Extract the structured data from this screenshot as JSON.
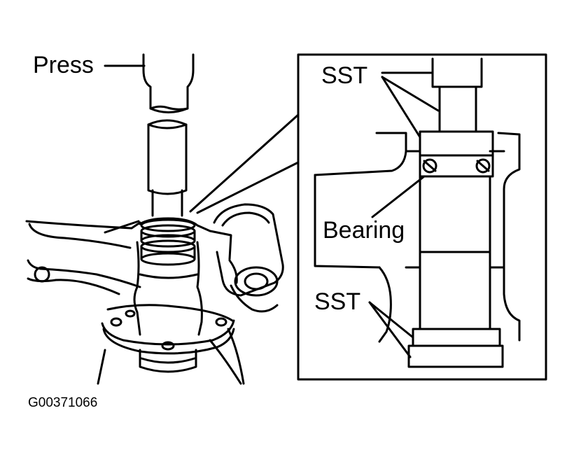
{
  "labels": {
    "press": "Press",
    "sst_top": "SST",
    "bearing": "Bearing",
    "sst_bottom": "SST",
    "figure_code": "G00371066"
  },
  "colors": {
    "ink": "#000000",
    "paper": "#ffffff"
  }
}
